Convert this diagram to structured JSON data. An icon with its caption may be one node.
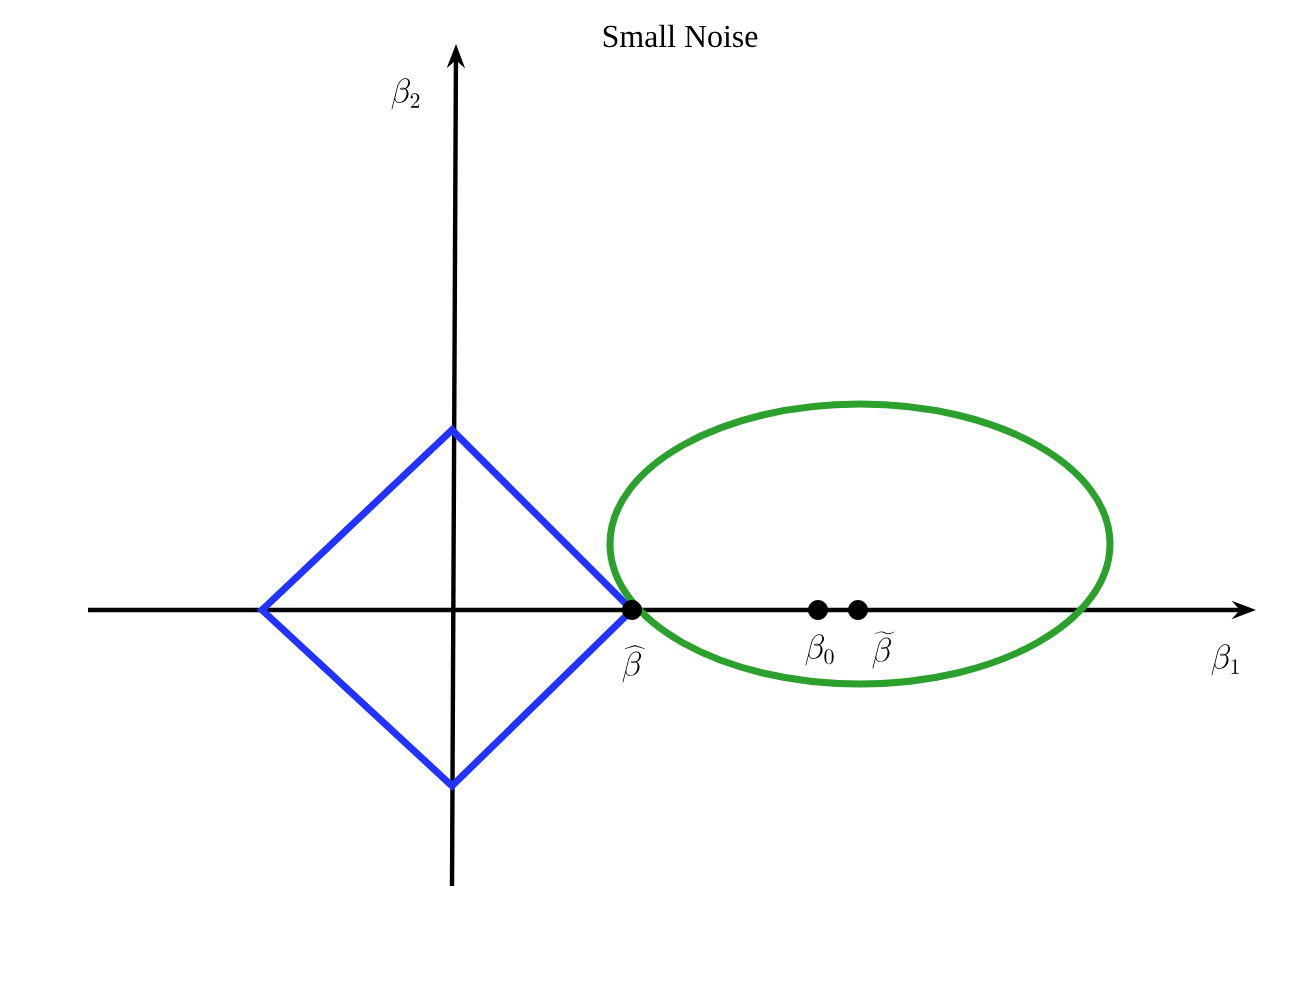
{
  "diagram": {
    "title": "Small Noise",
    "labels": [
      "\\beta_2",
      "\\beta_1",
      "\\widehat{\\beta}",
      "\\beta_0",
      "\\widetilde{\\beta}"
    ]
  }
}
